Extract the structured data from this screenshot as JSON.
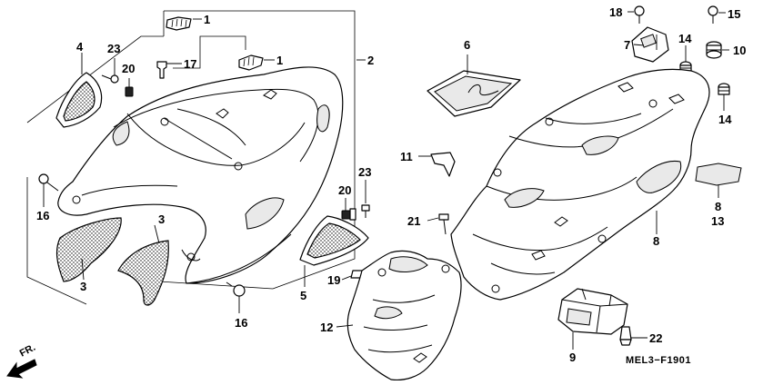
{
  "diagram": {
    "ref_code": "MEL3−F1901",
    "direction_label": "FR.",
    "part_labels": [
      {
        "id": "p1a",
        "text": "1"
      },
      {
        "id": "p1b",
        "text": "1"
      },
      {
        "id": "p2",
        "text": "2"
      },
      {
        "id": "p3a",
        "text": "3"
      },
      {
        "id": "p3b",
        "text": "3"
      },
      {
        "id": "p4",
        "text": "4"
      },
      {
        "id": "p5",
        "text": "5"
      },
      {
        "id": "p6",
        "text": "6"
      },
      {
        "id": "p7",
        "text": "7"
      },
      {
        "id": "p8a",
        "text": "8"
      },
      {
        "id": "p8b",
        "text": "8"
      },
      {
        "id": "p9",
        "text": "9"
      },
      {
        "id": "p10",
        "text": "10"
      },
      {
        "id": "p11",
        "text": "11"
      },
      {
        "id": "p12",
        "text": "12"
      },
      {
        "id": "p13",
        "text": "13"
      },
      {
        "id": "p14a",
        "text": "14"
      },
      {
        "id": "p14b",
        "text": "14"
      },
      {
        "id": "p15",
        "text": "15"
      },
      {
        "id": "p16a",
        "text": "16"
      },
      {
        "id": "p16b",
        "text": "16"
      },
      {
        "id": "p17",
        "text": "17"
      },
      {
        "id": "p18",
        "text": "18"
      },
      {
        "id": "p19",
        "text": "19"
      },
      {
        "id": "p20a",
        "text": "20"
      },
      {
        "id": "p20b",
        "text": "20"
      },
      {
        "id": "p21",
        "text": "21"
      },
      {
        "id": "p22",
        "text": "22"
      },
      {
        "id": "p23a",
        "text": "23"
      },
      {
        "id": "p23b",
        "text": "23"
      }
    ]
  }
}
